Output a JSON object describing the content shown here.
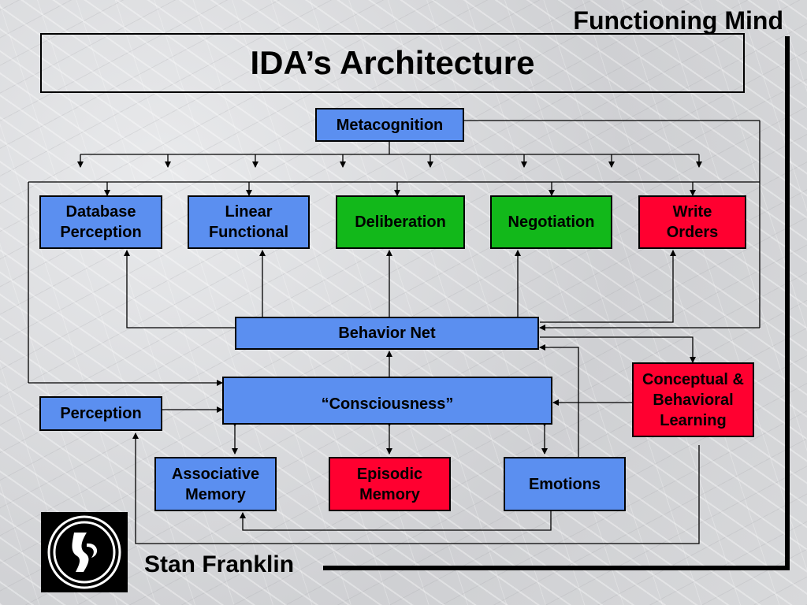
{
  "header": {
    "label": "Functioning Mind"
  },
  "title": "IDA’s Architecture",
  "nodes": {
    "metacognition": "Metacognition",
    "database_perception": "Database Perception",
    "linear_functional": "Linear Functional",
    "deliberation": "Deliberation",
    "negotiation": "Negotiation",
    "write_orders": "Write Orders",
    "behavior_net": "Behavior Net",
    "consciousness": "“Consciousness”",
    "conceptual_learning": "Conceptual & Behavioral Learning",
    "perception": "Perception",
    "associative_memory": "Associative Memory",
    "episodic_memory": "Episodic Memory",
    "emotions": "Emotions"
  },
  "colors": {
    "blue_node": "#5b8ff0",
    "green_node": "#12b81a",
    "red_node": "#ff0030"
  },
  "footer": {
    "author": "Stan Franklin",
    "logo": "circle-logo-icon"
  }
}
